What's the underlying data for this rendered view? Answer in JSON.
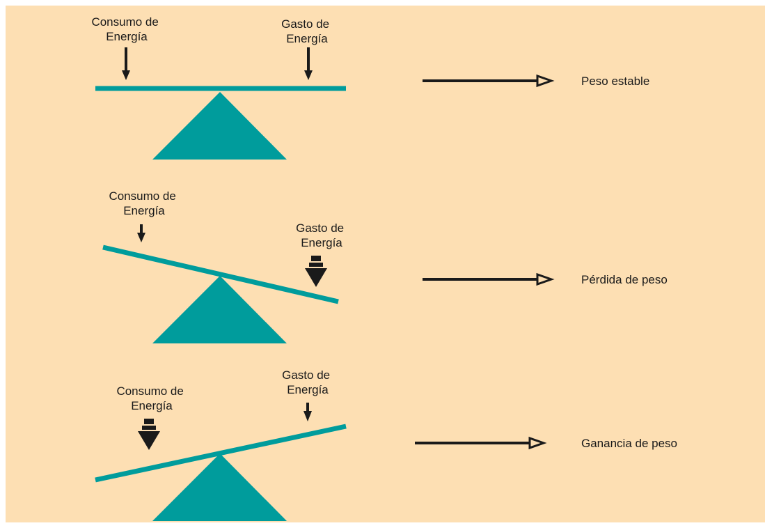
{
  "colors": {
    "background": "#fddfb3",
    "beam": "#009c9c",
    "fulcrum": "#009c9c",
    "arrow": "#1a1a1a",
    "text": "#1a1a1a"
  },
  "panels": [
    {
      "consumo": {
        "line1": "Consumo de",
        "line2": "Energía",
        "arrow": "small"
      },
      "gasto": {
        "line1": "Gasto de",
        "line2": "Energía",
        "arrow": "small"
      },
      "tilt": "level",
      "result": "Peso estable"
    },
    {
      "consumo": {
        "line1": "Consumo de",
        "line2": "Energía",
        "arrow": "small"
      },
      "gasto": {
        "line1": "Gasto de",
        "line2": "Energía",
        "arrow": "heavy"
      },
      "tilt": "right-down",
      "result": "Pérdida de peso"
    },
    {
      "consumo": {
        "line1": "Consumo de",
        "line2": "Energía",
        "arrow": "heavy"
      },
      "gasto": {
        "line1": "Gasto de",
        "line2": "Energía",
        "arrow": "small"
      },
      "tilt": "left-down",
      "result": "Ganancia de peso"
    }
  ]
}
